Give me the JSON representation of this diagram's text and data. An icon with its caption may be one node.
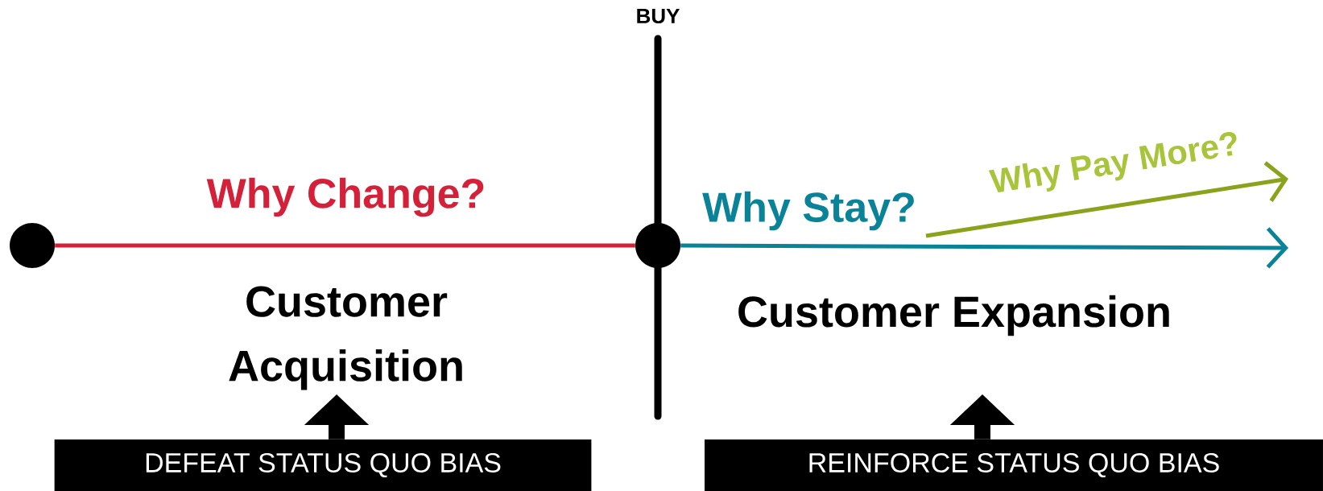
{
  "diagram": {
    "nodes": [
      {
        "text": [],
        "shape": "circle"
      },
      {
        "text": [],
        "shape": "circle"
      },
      {
        "text": [
          "DEFEAT STATUS QUO BIAS"
        ]
      },
      {
        "text": [
          "REINFORCE STATUS QUO BIAS"
        ]
      }
    ],
    "edges": [
      {
        "from": 0,
        "to": 1,
        "arrow": "none",
        "label": "Why Change?",
        "color": "#d42039"
      },
      {
        "from": 1,
        "to": null,
        "arrow": "to",
        "label": "Why Stay?",
        "color": "#0a8398"
      },
      {
        "from": 2,
        "to": null,
        "arrow": "to",
        "style": "thick"
      },
      {
        "from": 3,
        "to": null,
        "arrow": "to",
        "style": "thick"
      }
    ],
    "labels": [
      "BUY",
      "Customer Acquisition",
      "Customer Expansion",
      "Why Pay More?"
    ]
  }
}
